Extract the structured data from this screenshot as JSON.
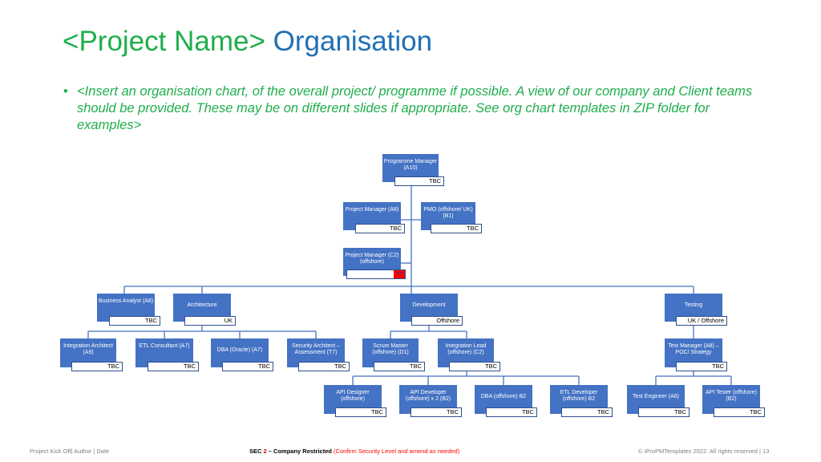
{
  "title": {
    "part1": "<Project Name>",
    "part2": "Organisation"
  },
  "bullet": "<Insert an organisation chart, of the overall project/ programme if possible. A view of our company and Client teams should be provided. These may be on different slides if appropriate. See org chart templates in ZIP folder for examples>",
  "nodes": {
    "programme_manager": {
      "label": "Programme Manager (A10)",
      "tag": "TBC"
    },
    "project_manager_a8": {
      "label": "Project Manager (A8)",
      "tag": "TBC"
    },
    "pmo": {
      "label": "PMO (offshore/ UK) (B1)",
      "tag": "TBC"
    },
    "project_manager_c2": {
      "label": "Project Manager (C2) (offshore)",
      "tag": "??"
    },
    "business_analyst": {
      "label": "Business Analyst (A8)",
      "tag": "TBC"
    },
    "architecture": {
      "label": "Architecture",
      "tag": "UK"
    },
    "development": {
      "label": "Development",
      "tag": "Offshore"
    },
    "testing": {
      "label": "Testing",
      "tag": "UK / Offshore"
    },
    "integration_architect": {
      "label": "Integration Architect (A9)",
      "tag": "TBC"
    },
    "etl_consultant": {
      "label": "ETL Consultant (A7)",
      "tag": "TBC"
    },
    "dba_oracle": {
      "label": "DBA (Oracle) (A7)",
      "tag": "TBC"
    },
    "security_architect": {
      "label": "Security Architect – Assessment (T7)",
      "tag": "TBC"
    },
    "scrum_master": {
      "label": "Scrum Master (offshore) (D1)",
      "tag": "TBC"
    },
    "integration_lead": {
      "label": "Integration Lead (offshore) (C2)",
      "tag": "TBC"
    },
    "test_manager": {
      "label": "Test Manager (A8) – POC/ Strategy",
      "tag": "TBC"
    },
    "api_designer": {
      "label": "API Designer (offshore)",
      "tag": "TBC"
    },
    "api_developer": {
      "label": "API Developer (offshore) x 2 (B2)",
      "tag": "TBC"
    },
    "dba_offshore": {
      "label": "DBA (offshore) B2",
      "tag": "TBC"
    },
    "etl_developer": {
      "label": "ETL Developer (offshore) B2",
      "tag": "TBC"
    },
    "test_engineer": {
      "label": "Test Engineer (A6)",
      "tag": "TBC"
    },
    "api_tester": {
      "label": "API Tester (offshore) (B2)",
      "tag": "TBC"
    }
  },
  "footer": {
    "left": "Project Kick Off| Author | Date",
    "mid_prefix": "SEC ",
    "mid_num": "2",
    "mid_suffix": " – Company Restricted ",
    "mid_note": "(Confirm Security Level and amend as needed)",
    "right": "© iProPMTemplates 2022. All rights reserved  |   13"
  }
}
